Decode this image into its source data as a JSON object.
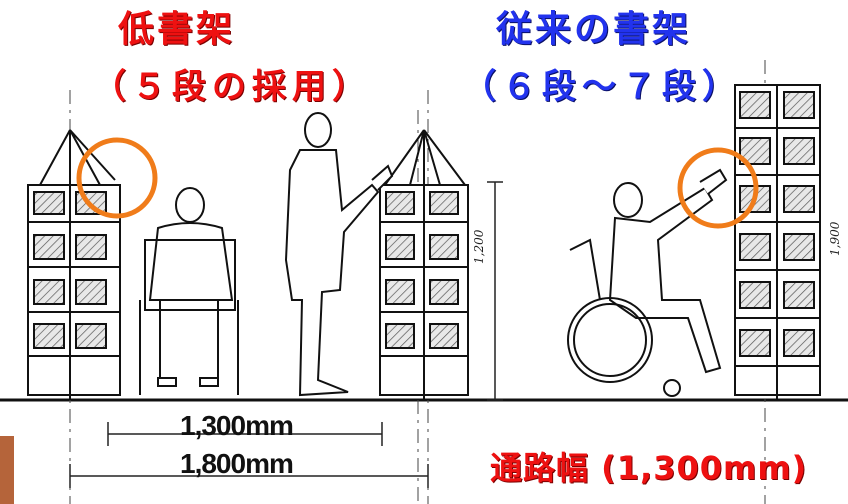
{
  "left_section": {
    "title": "低書架",
    "subtitle": "（５段の採用）"
  },
  "right_section": {
    "title": "従来の書架",
    "subtitle": "（６段～７段）"
  },
  "dimensions": {
    "inner_width": "1,300mm",
    "outer_width": "1,800mm",
    "shelf_height": "1,200",
    "tall_shelf_height": "1,900"
  },
  "aisle_label": "通路幅 (1,300mm)",
  "colors": {
    "highlight_circle": "#f07c1a",
    "title_left": "#ee1111",
    "title_right": "#2233ee",
    "aisle_label": "#ee1111"
  }
}
